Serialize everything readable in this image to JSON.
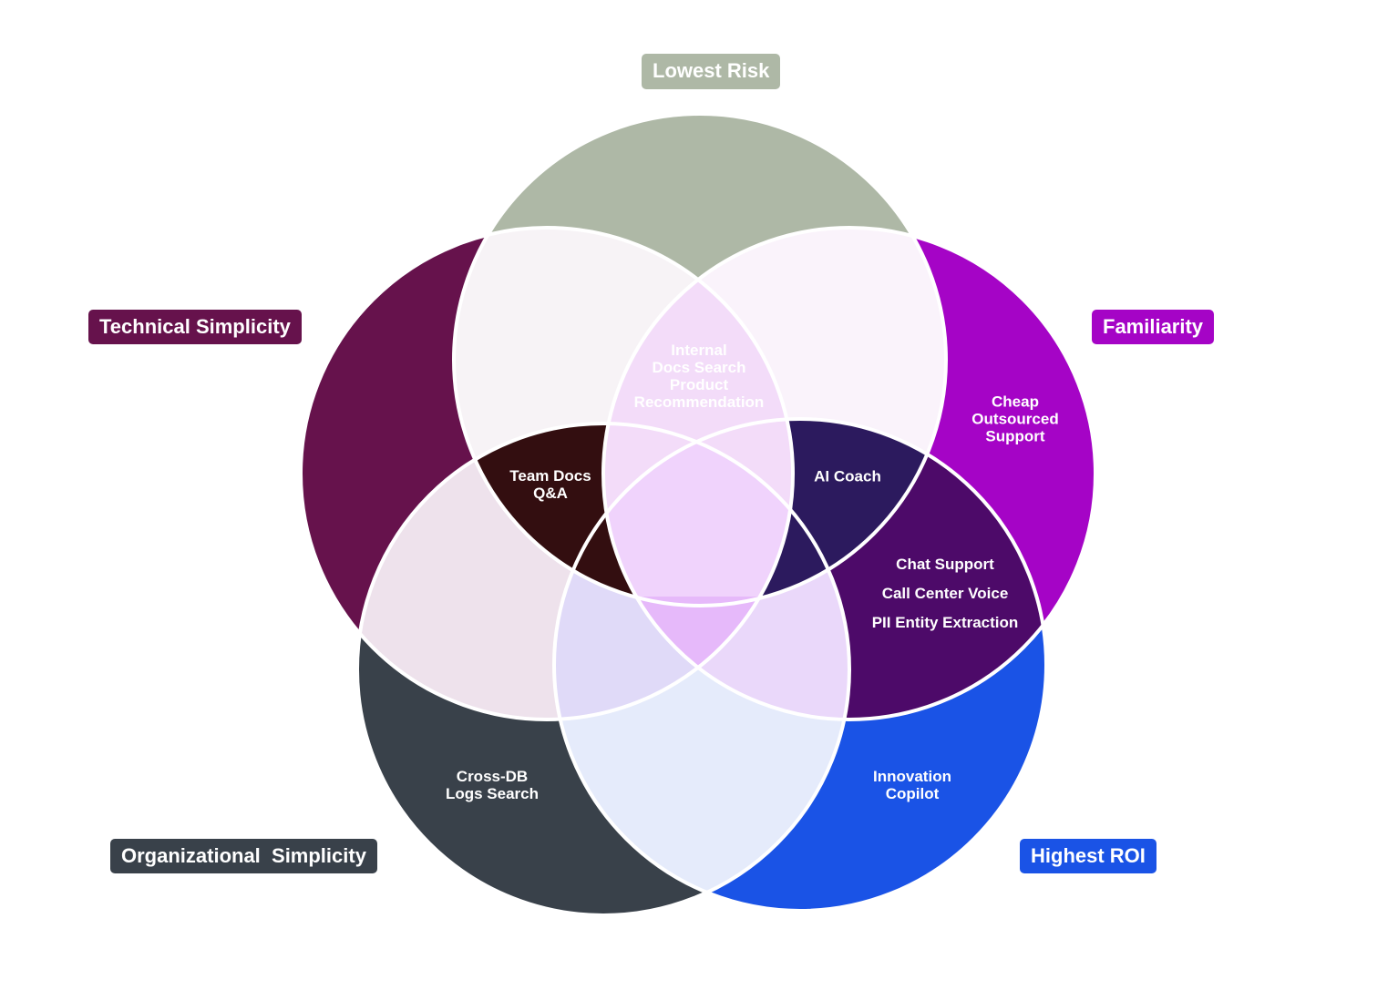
{
  "categories": {
    "lowest_risk": {
      "label": "Lowest Risk",
      "color": "#AEB8A6"
    },
    "technical_simplicity": {
      "label": "Technical Simplicity",
      "color": "#66124C"
    },
    "familiarity": {
      "label": "Familiarity",
      "color": "#A504C6"
    },
    "organizational_simplicity": {
      "label": "Organizational  Simplicity",
      "color": "#39414A"
    },
    "highest_roi": {
      "label": "Highest ROI",
      "color": "#1A53E6"
    }
  },
  "regions": {
    "risk_tech_fam": "Internal\nDocs Search\nProduct\nRecommendation",
    "tech_org": "Team Docs\nQ&A",
    "fam_roi": "AI Coach",
    "fam_only": "Cheap\nOutsourced\nSupport",
    "fam_roi_b": "Chat Support\nCall Center Voice\nPII Entity Extraction",
    "org_only": "Cross-DB\nLogs Search",
    "roi_only": "Innovation\nCopilot"
  }
}
